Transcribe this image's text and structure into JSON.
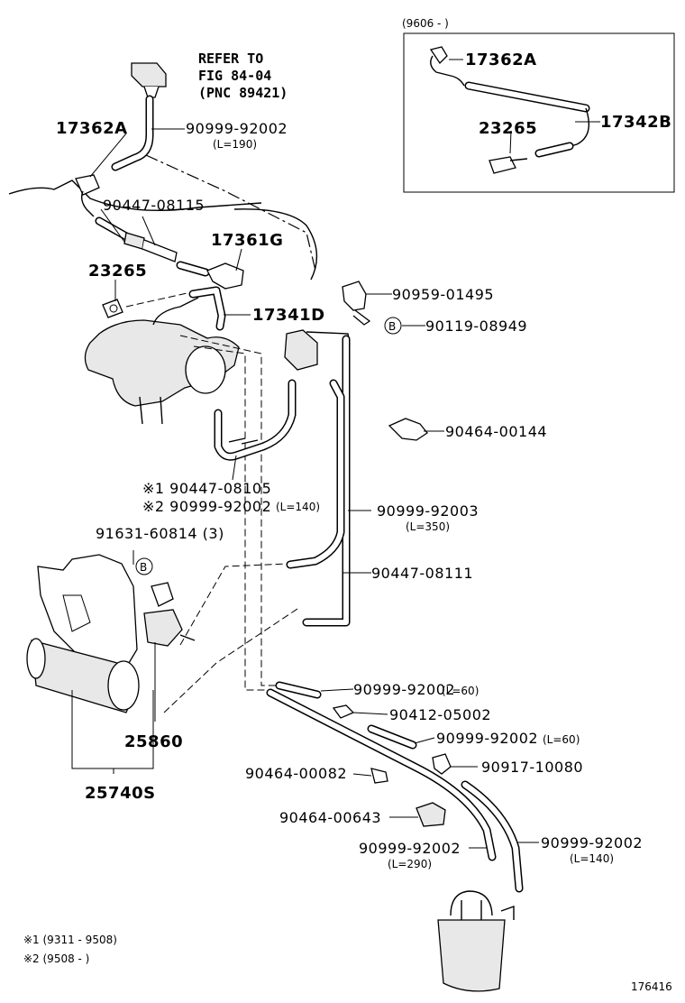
{
  "header": {
    "inset_range": "(9606 -      )",
    "refer_line1": "REFER TO",
    "refer_line2": "FIG 84-04",
    "refer_line3": "(PNC 89421)"
  },
  "inset": {
    "part_17362a": "17362A",
    "part_17342b": "17342B",
    "part_23265": "23265"
  },
  "labels": {
    "p17362a": "17362A",
    "p90999_92002_top": "90999-92002",
    "l190": "(L=190)",
    "p90447_08115": "90447-08115",
    "p17361g": "17361G",
    "p23265": "23265",
    "p17341d": "17341D",
    "p90959_01495": "90959-01495",
    "p90119_08949": "90119-08949",
    "circle_b1": "B",
    "p90464_00144": "90464-00144",
    "m1_part": "※1 90447-08105",
    "m2_part": "※2 90999-92002",
    "l140a": "(L=140)",
    "p91631_60814": "91631-60814 (3)",
    "circle_b2": "B",
    "p90999_92003": "90999-92003",
    "l350": "(L=350)",
    "p90447_08111": "90447-08111",
    "p25860": "25860",
    "p25740s": "25740S",
    "p90999_92002_l60a": "90999-92002",
    "l60a": "(L=60)",
    "p90412_05002": "90412-05002",
    "p90999_92002_l60b": "90999-92002",
    "l60b": "(L=60)",
    "p90464_00082": "90464-00082",
    "p90917_10080": "90917-10080",
    "p90464_00643": "90464-00643",
    "p90999_92002_l290": "90999-92002",
    "l290": "(L=290)",
    "p90999_92002_l140": "90999-92002",
    "l140b": "(L=140)"
  },
  "footnotes": {
    "note1": "※1 (9311 - 9508)",
    "note2": "※2 (9508 -      )"
  },
  "figure_id": "176416"
}
